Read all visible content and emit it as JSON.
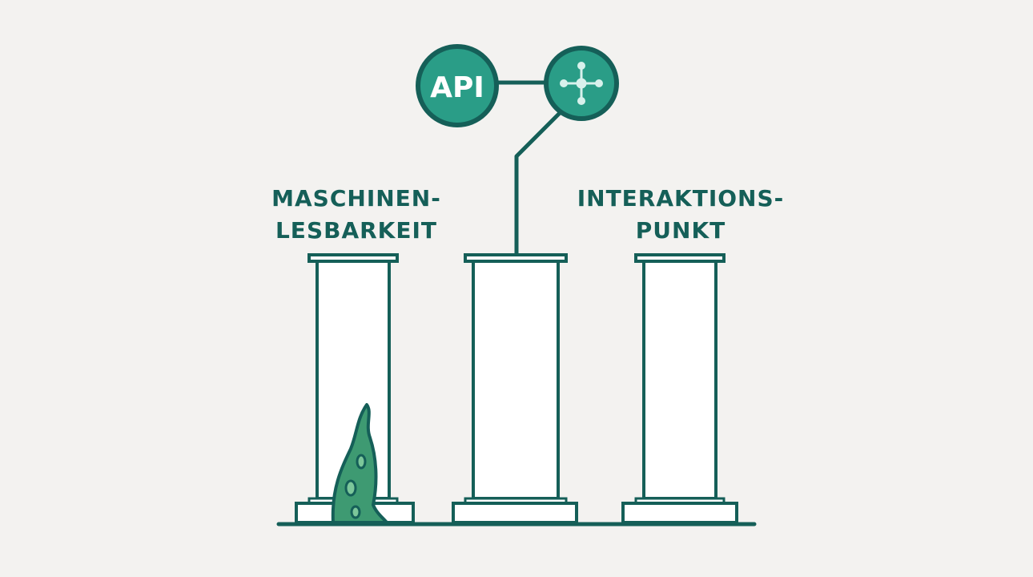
{
  "diagram": {
    "api_node": {
      "label": "API"
    },
    "network_node": {
      "icon": "network-hub-icon"
    },
    "pillars": [
      {
        "label_lines": [
          "MASCHINEN-",
          "LESBARKEIT"
        ]
      },
      {
        "label_lines": []
      },
      {
        "label_lines": [
          "INTERAKTIONS-",
          "PUNKT"
        ]
      }
    ],
    "decoration": {
      "icon": "tentacle-icon"
    }
  },
  "colors": {
    "background": "#f3f2f0",
    "stroke": "#155f58",
    "node_fill": "#2a9d87",
    "tentacle_fill": "#3e9a72",
    "text": "#155f58"
  }
}
